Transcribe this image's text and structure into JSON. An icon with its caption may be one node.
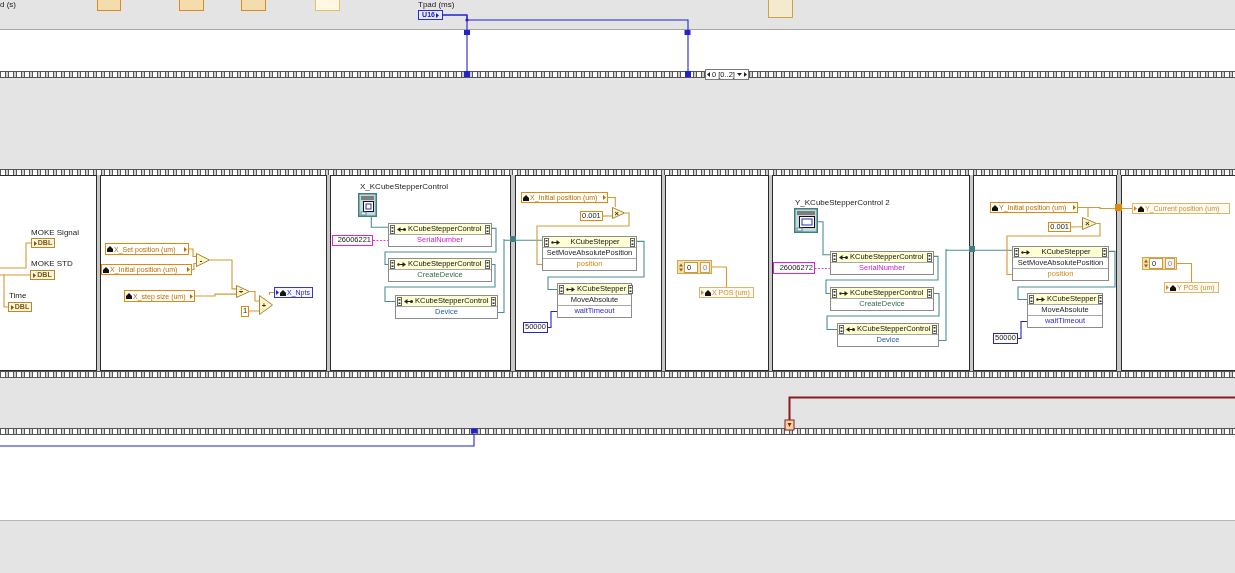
{
  "diagram": {
    "nodes": [
      {
        "text": [],
        "shape": "box"
      },
      {
        "text": [],
        "shape": "box"
      },
      {
        "text": [],
        "shape": "box"
      },
      {
        "text": [],
        "shape": "box"
      },
      {
        "text": [
          "Tpad (ms)",
          "U16"
        ]
      },
      {
        "text": [],
        "shape": "box"
      },
      {
        "text": [],
        "shape": "box"
      },
      {
        "text": [
          "MOKE Signal",
          "DBL"
        ],
        "in": 6
      },
      {
        "text": [
          "MOKE STD",
          "DBL"
        ],
        "in": 6
      },
      {
        "text": [
          "Time",
          "DBL"
        ],
        "in": 6
      },
      {
        "text": [],
        "shape": "box"
      },
      {
        "text": [
          "X_Set position (um)"
        ],
        "in": 10
      },
      {
        "text": [
          "X_Initial position (um)"
        ],
        "in": 10
      },
      {
        "text": [
          "-"
        ],
        "in": 10
      },
      {
        "text": [
          "X_step size (um)"
        ],
        "in": 10
      },
      {
        "text": [
          "÷"
        ],
        "in": 10
      },
      {
        "text": [
          "1"
        ],
        "in": 10
      },
      {
        "text": [
          "+"
        ],
        "in": 10
      },
      {
        "text": [
          "X_Npts"
        ],
        "in": 10
      },
      {
        "text": [],
        "shape": "box"
      },
      {
        "text": [
          "X_KCubeStepperControl"
        ],
        "in": 19
      },
      {
        "text": [
          "26006221"
        ],
        "in": 19
      },
      {
        "text": [
          "KCubeStepperControl",
          "SerialNumber"
        ],
        "in": 19
      },
      {
        "text": [
          "KCubeStepperControl",
          "CreateDevice"
        ],
        "in": 19
      },
      {
        "text": [
          "KCubeStepperControl",
          "Device"
        ],
        "in": 19
      },
      {
        "text": [],
        "shape": "box"
      },
      {
        "text": [
          "X_Initial position (um)"
        ],
        "in": 25
      },
      {
        "text": [
          "0.001"
        ],
        "in": 25
      },
      {
        "text": [
          "×"
        ],
        "in": 25
      },
      {
        "text": [
          "KCubeStepper",
          "SetMoveAbsolutePosition",
          "position"
        ],
        "in": 25
      },
      {
        "text": [
          "KCubeStepper",
          "MoveAbsolute",
          "waitTimeout"
        ],
        "in": 25
      },
      {
        "text": [
          "50000"
        ],
        "in": 25
      },
      {
        "text": [],
        "shape": "box"
      },
      {
        "text": [
          "0",
          "0"
        ],
        "in": 32
      },
      {
        "text": [
          "X POS (um)"
        ],
        "in": 32
      },
      {
        "text": [],
        "shape": "box"
      },
      {
        "text": [
          "Y_KCubeStepperControl 2"
        ],
        "in": 35
      },
      {
        "text": [
          "26006272"
        ],
        "in": 35
      },
      {
        "text": [
          "KCubeStepperControl",
          "SerialNumber"
        ],
        "in": 35
      },
      {
        "text": [
          "KCubeStepperControl",
          "CreateDevice"
        ],
        "in": 35
      },
      {
        "text": [
          "KCubeStepperControl",
          "Device"
        ],
        "in": 35
      },
      {
        "text": [],
        "shape": "box"
      },
      {
        "text": [
          "Y_Initial position (um)"
        ],
        "in": 41
      },
      {
        "text": [
          "0.001"
        ],
        "in": 41
      },
      {
        "text": [
          "×"
        ],
        "in": 41
      },
      {
        "text": [
          "KCubeStepper",
          "SetMoveAbsolutePosition",
          "position"
        ],
        "in": 41
      },
      {
        "text": [
          "KCubeStepper",
          "MoveAbsolute",
          "waitTimeout"
        ],
        "in": 41
      },
      {
        "text": [
          "50000"
        ],
        "in": 41
      },
      {
        "text": [],
        "shape": "box"
      },
      {
        "text": [
          "Y_Current position (um)"
        ],
        "in": 48
      },
      {
        "text": [
          "0",
          "0"
        ],
        "in": 48
      },
      {
        "text": [
          "Y POS (um)"
        ],
        "in": 48
      }
    ],
    "edges": [
      {
        "from": 4,
        "to": null,
        "arrow": "other",
        "color": "#2323cc"
      },
      {
        "from": 4,
        "to": null,
        "arrow": "other",
        "color": "#2323cc"
      },
      {
        "from": null,
        "to": 7,
        "arrow": "none"
      },
      {
        "from": null,
        "to": 8,
        "arrow": "none"
      },
      {
        "from": null,
        "to": 9,
        "arrow": "none"
      },
      {
        "from": 11,
        "to": 13,
        "arrow": "none"
      },
      {
        "from": 12,
        "to": 13,
        "arrow": "none"
      },
      {
        "from": 13,
        "to": 15,
        "arrow": "none"
      },
      {
        "from": 14,
        "to": 15,
        "arrow": "none"
      },
      {
        "from": 15,
        "to": 17,
        "arrow": "none"
      },
      {
        "from": 16,
        "to": 17,
        "arrow": "none"
      },
      {
        "from": 17,
        "to": 18,
        "arrow": "none"
      },
      {
        "from": 20,
        "to": 22,
        "arrow": "none",
        "color": "#4a9097"
      },
      {
        "from": 21,
        "to": 22,
        "arrow": "none",
        "style": "dashed",
        "color": "#e03ee0"
      },
      {
        "from": 22,
        "to": 23,
        "arrow": "none",
        "color": "#4a9097"
      },
      {
        "from": 23,
        "to": 24,
        "arrow": "none",
        "color": "#4a9097"
      },
      {
        "from": 24,
        "to": 29,
        "arrow": "none",
        "color": "#4a9097"
      },
      {
        "from": 26,
        "to": 28,
        "arrow": "none"
      },
      {
        "from": 27,
        "to": 28,
        "arrow": "none"
      },
      {
        "from": 28,
        "to": 29,
        "arrow": "none"
      },
      {
        "from": 29,
        "to": 30,
        "arrow": "none",
        "color": "#4a9097"
      },
      {
        "from": 31,
        "to": 30,
        "arrow": "none",
        "color": "#2323cc"
      },
      {
        "from": 33,
        "to": 34,
        "arrow": "none"
      },
      {
        "from": 36,
        "to": 38,
        "arrow": "none",
        "color": "#4a9097"
      },
      {
        "from": 37,
        "to": 38,
        "arrow": "none",
        "style": "dashed",
        "color": "#e03ee0"
      },
      {
        "from": 38,
        "to": 39,
        "arrow": "none",
        "color": "#4a9097"
      },
      {
        "from": 39,
        "to": 40,
        "arrow": "none",
        "color": "#4a9097"
      },
      {
        "from": 40,
        "to": 45,
        "arrow": "none",
        "color": "#4a9097"
      },
      {
        "from": 42,
        "to": 44,
        "arrow": "none"
      },
      {
        "from": 43,
        "to": 44,
        "arrow": "none"
      },
      {
        "from": 44,
        "to": 45,
        "arrow": "none"
      },
      {
        "from": 45,
        "to": 46,
        "arrow": "none",
        "color": "#4a9097"
      },
      {
        "from": 47,
        "to": 46,
        "arrow": "none",
        "color": "#2323cc"
      },
      {
        "from": 42,
        "to": 49,
        "arrow": "none"
      },
      {
        "from": 50,
        "to": 51,
        "arrow": "none"
      }
    ],
    "labels": [
      "d (s)",
      "0 [0..2]"
    ]
  }
}
